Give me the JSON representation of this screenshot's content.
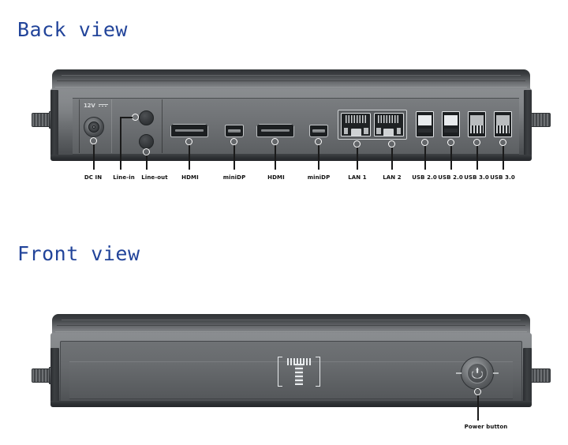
{
  "document": {
    "sections": [
      {
        "id": "back",
        "heading": "Back view"
      },
      {
        "id": "front",
        "heading": "Front view"
      }
    ]
  },
  "back_view": {
    "heading": "Back view",
    "silkscreen": {
      "voltage": "12V"
    },
    "port_labels": [
      {
        "key": "dc-in",
        "label": "DC IN"
      },
      {
        "key": "line-in",
        "label": "Line-in"
      },
      {
        "key": "line-out",
        "label": "Line-out"
      },
      {
        "key": "hdmi-1",
        "label": "HDMI"
      },
      {
        "key": "minidp-1",
        "label": "miniDP"
      },
      {
        "key": "hdmi-2",
        "label": "HDMI"
      },
      {
        "key": "minidp-2",
        "label": "miniDP"
      },
      {
        "key": "lan-1",
        "label": "LAN 1"
      },
      {
        "key": "lan-2",
        "label": "LAN 2"
      },
      {
        "key": "usb-1",
        "label": "USB 2.0"
      },
      {
        "key": "usb-2",
        "label": "USB 2.0"
      },
      {
        "key": "usb-3",
        "label": "USB 3.0"
      },
      {
        "key": "usb-4",
        "label": "USB 3.0"
      }
    ]
  },
  "front_view": {
    "heading": "Front view",
    "port_labels": [
      {
        "key": "power-button",
        "label": "Power button"
      }
    ]
  },
  "colors": {
    "heading": "#22449a",
    "chassis_light": "#8a8d90",
    "chassis_dark": "#46494c",
    "label_text": "#111111",
    "leader_line": "#1a1a1a",
    "page_background": "#ffffff"
  }
}
